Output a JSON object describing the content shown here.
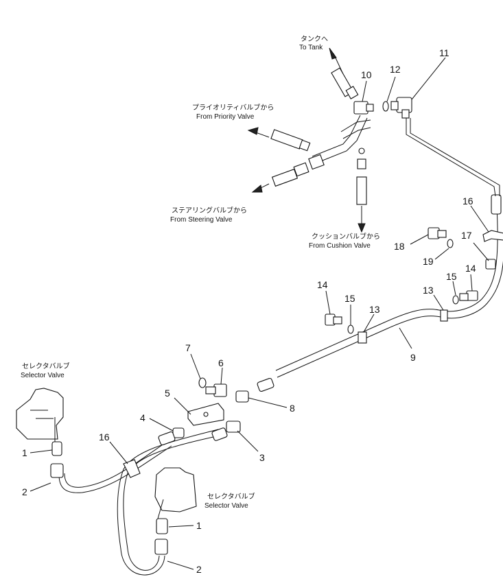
{
  "callouts": {
    "c1a": "1",
    "c1b": "1",
    "c2a": "2",
    "c2b": "2",
    "c3": "3",
    "c4": "4",
    "c5": "5",
    "c6": "6",
    "c7": "7",
    "c8": "8",
    "c9": "9",
    "c10": "10",
    "c11": "11",
    "c12": "12",
    "c13a": "13",
    "c13b": "13",
    "c14a": "14",
    "c14b": "14",
    "c15a": "15",
    "c15b": "15",
    "c16a": "16",
    "c16b": "16",
    "c17": "17",
    "c18": "18",
    "c19": "19"
  },
  "labels": {
    "to_tank_jp": "タンクへ",
    "to_tank_en": "To Tank",
    "priority_jp": "プライオリティバルブから",
    "priority_en": "From Priority Valve",
    "steering_jp": "ステアリングバルブから",
    "steering_en": "From Steering Valve",
    "cushion_jp": "クッションバルブから",
    "cushion_en": "From Cushion Valve",
    "selector1_jp": "セレクタバルブ",
    "selector1_en": "Selector Valve",
    "selector2_jp": "セレクタバルブ",
    "selector2_en": "Selector Valve"
  },
  "colors": {
    "ink": "#111111",
    "paper": "#ffffff"
  }
}
